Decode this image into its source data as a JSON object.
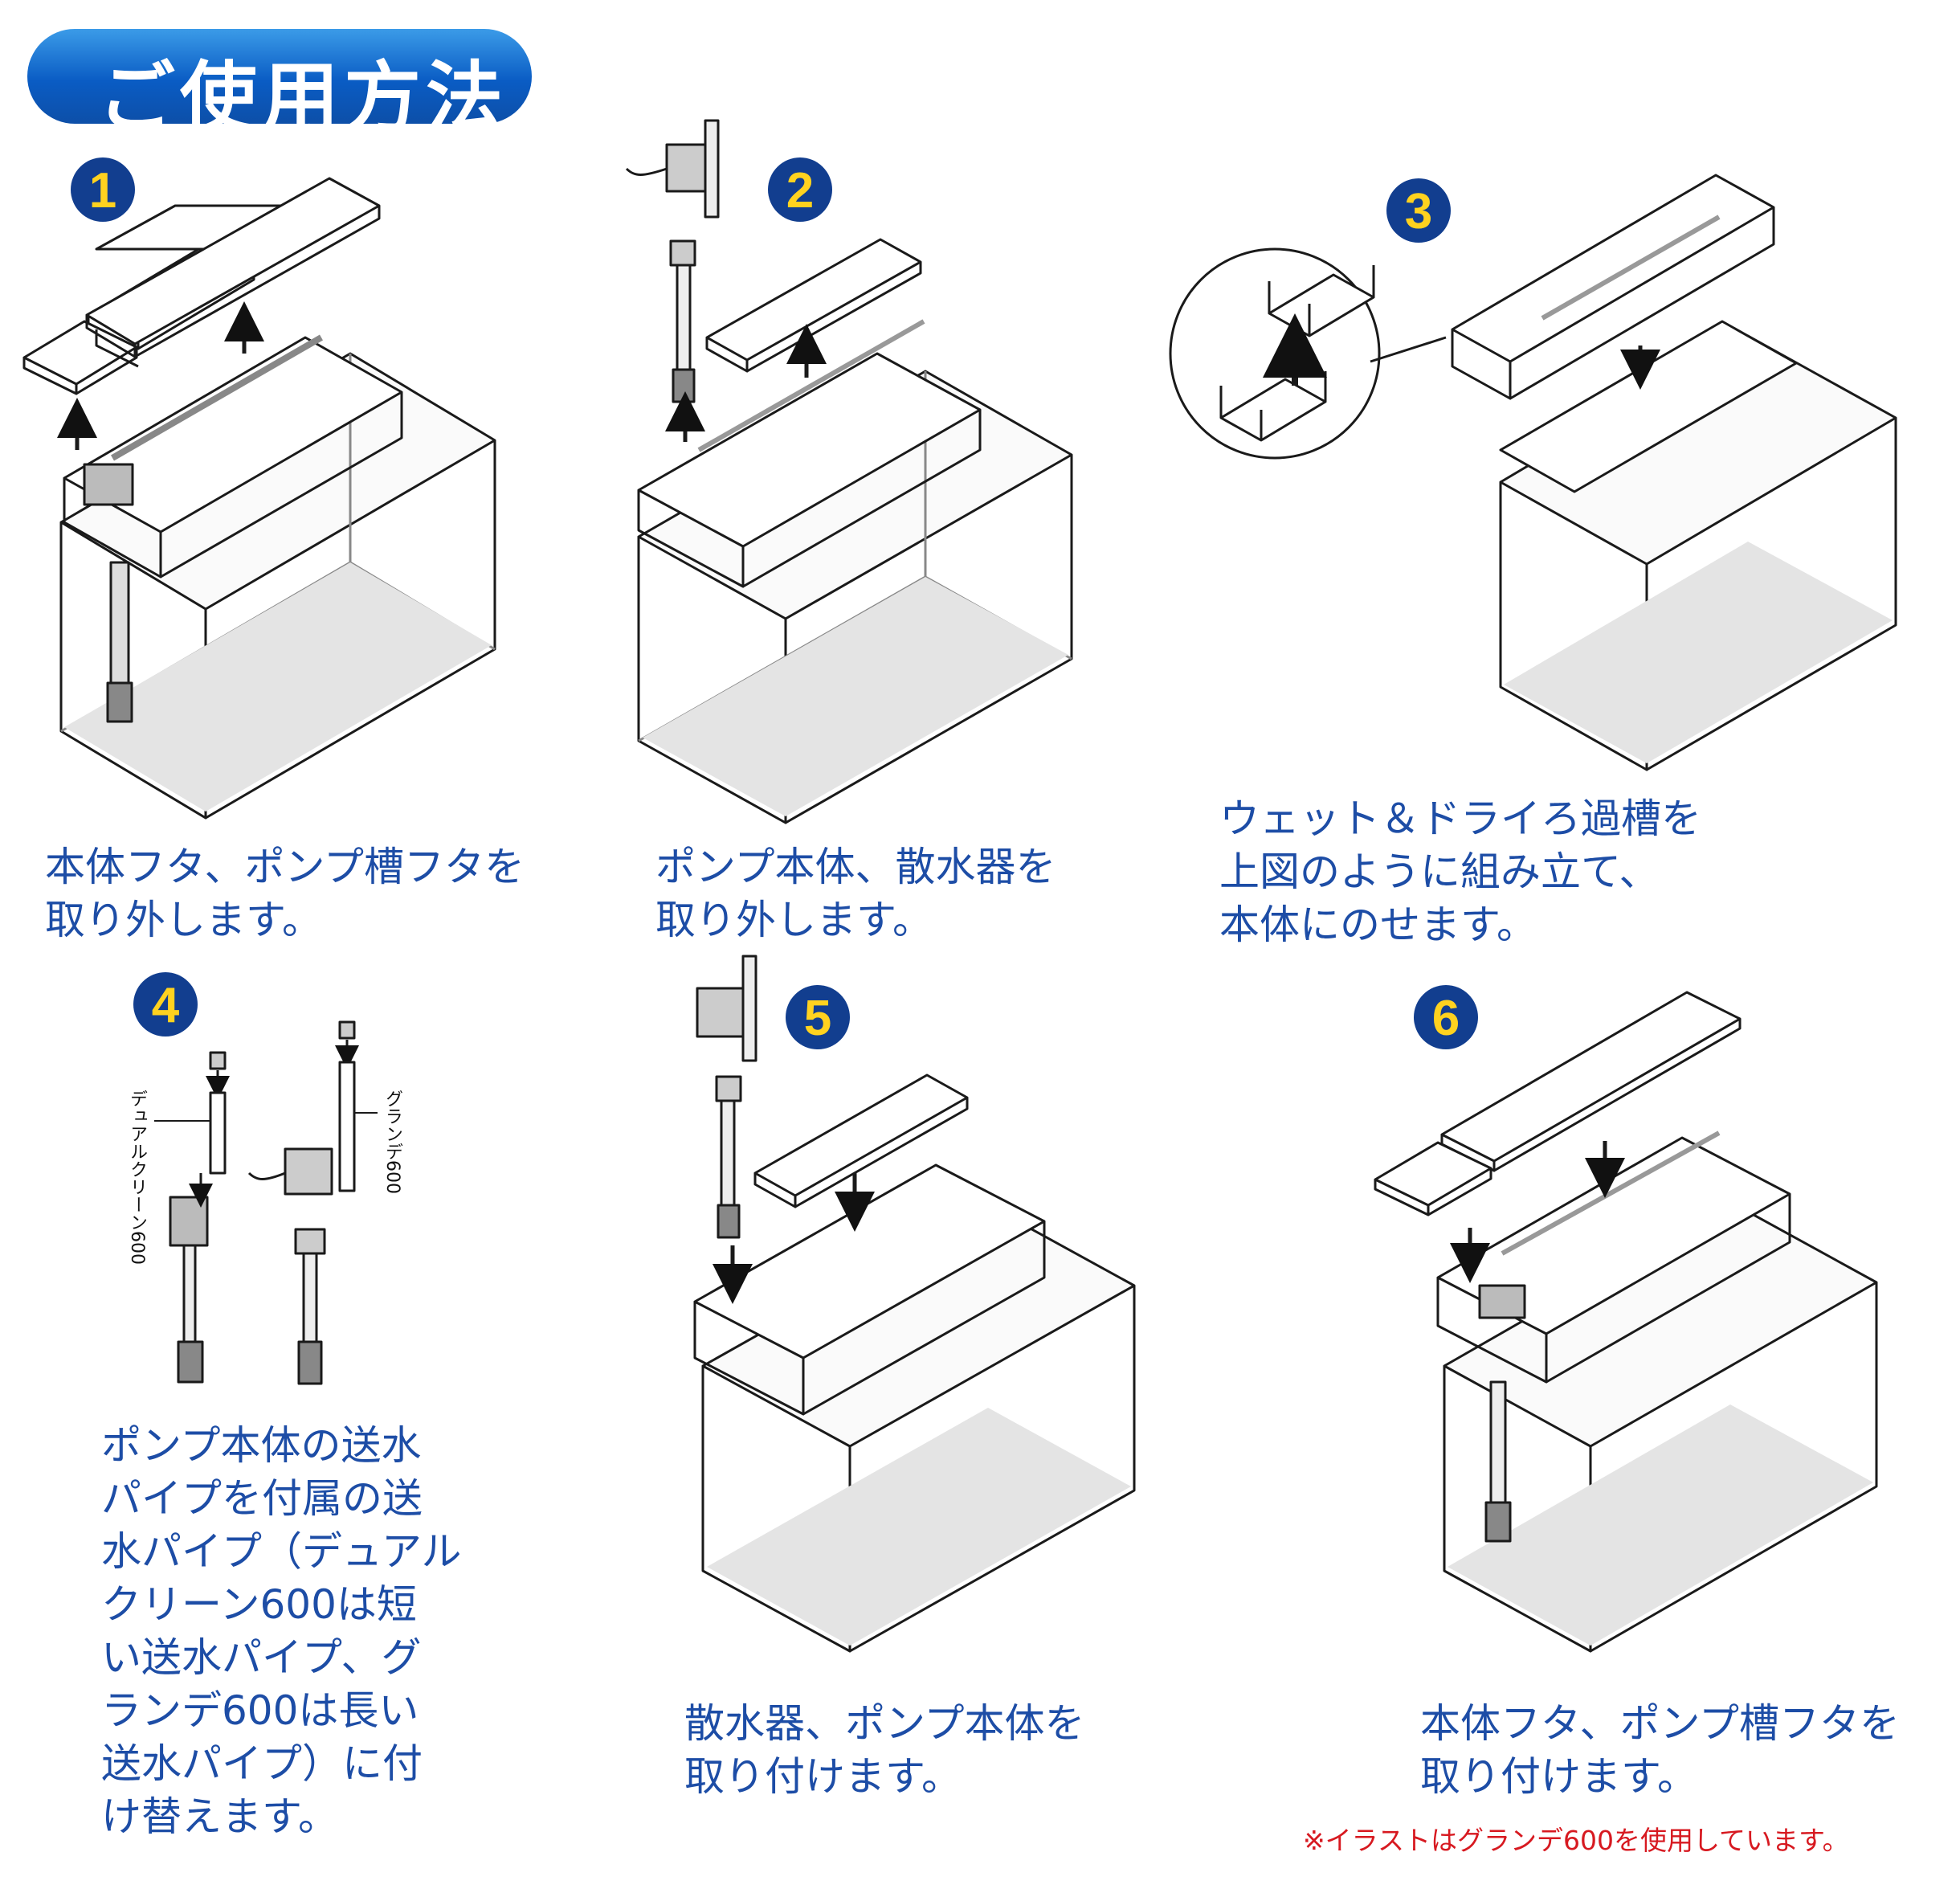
{
  "header": {
    "title": "ご使用方法"
  },
  "steps": [
    {
      "number": "1",
      "caption": "本体フタ、ポンプ槽フタを\n取り外します。"
    },
    {
      "number": "2",
      "caption": "ポンプ本体、散水器を\n取り外します。"
    },
    {
      "number": "3",
      "caption": "ウェット＆ドライろ過槽を\n上図のように組み立て、\n本体にのせます。"
    },
    {
      "number": "4",
      "caption": "ポンプ本体の送水\nパイプを付属の送\n水パイプ（デュアル\nクリーン600は短\nい送水パイプ、グ\nランデ600は長い\n送水パイプ）に付\nけ替えます。"
    },
    {
      "number": "5",
      "caption": "散水器、ポンプ本体を\n取り付けます。"
    },
    {
      "number": "6",
      "caption": "本体フタ、ポンプ槽フタを\n取り付けます。"
    }
  ],
  "labels": {
    "left_model": "デュアルクリーン600",
    "right_model": "グランデ600"
  },
  "footnote": "※イラストはグランデ600を使用しています。",
  "colors": {
    "title_blue": "#0a5cc4",
    "badge_navy": "#123e8f",
    "badge_digit": "#ffd21f",
    "caption_blue": "#1d4da6",
    "note_red": "#d71920"
  }
}
